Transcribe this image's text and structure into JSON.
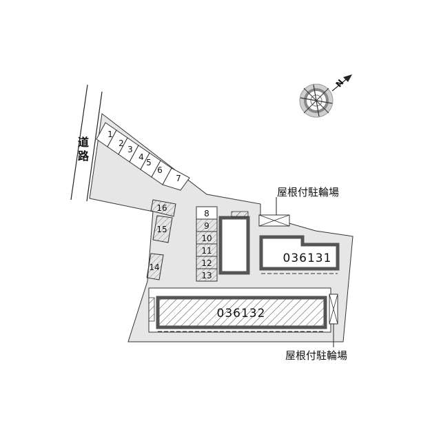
{
  "road": {
    "label_1": "道",
    "label_2": "路"
  },
  "compass": {
    "north_label": "N"
  },
  "parking": {
    "top_row": [
      "1",
      "2",
      "3",
      "4",
      "5",
      "6",
      "7"
    ],
    "left_column": [
      "16",
      "15",
      "14"
    ],
    "center_column": [
      "8",
      "9",
      "10",
      "11",
      "12",
      "13"
    ]
  },
  "buildings": {
    "building_a": "036131",
    "building_b": "036132"
  },
  "bicycle_parking": {
    "upper_label": "屋根付駐輪場",
    "lower_label": "屋根付駐輪場"
  },
  "colors": {
    "lot_fill": "#e6e6e6",
    "building_outline": "#555555",
    "line": "#222222"
  }
}
